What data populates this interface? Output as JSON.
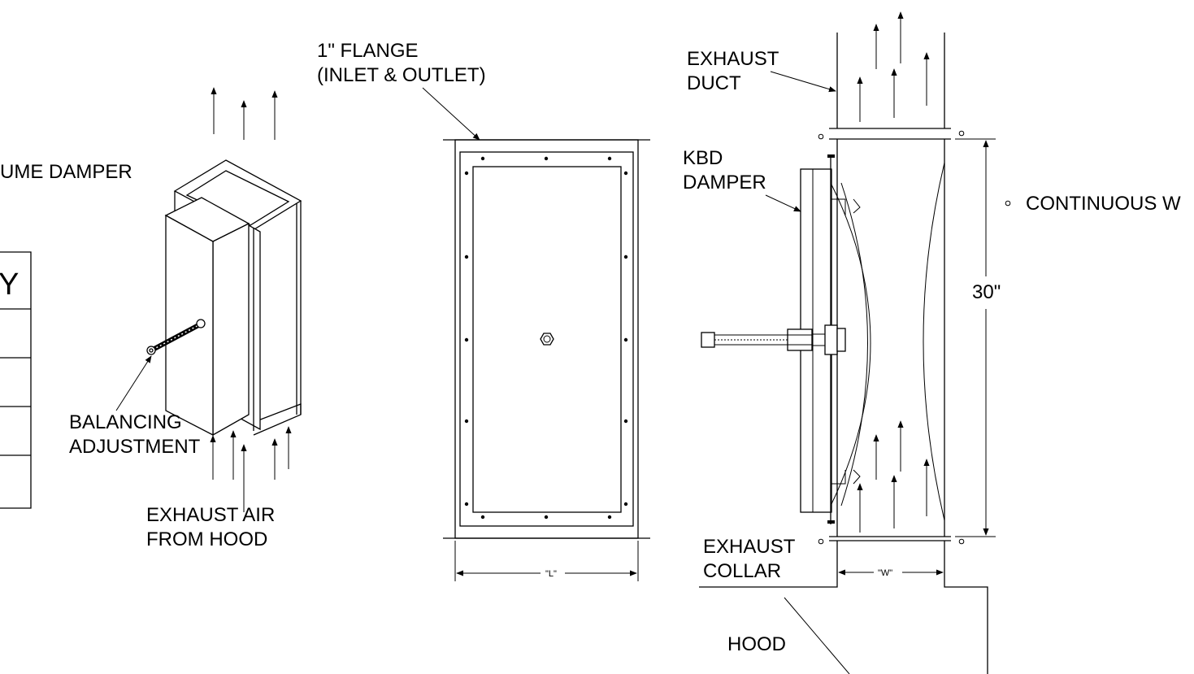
{
  "labels": {
    "volume_damper": "UME DAMPER",
    "table_header": "Y",
    "balancing_line1": "BALANCING",
    "balancing_line2": "ADJUSTMENT",
    "exhaust_air_line1": "EXHAUST AIR",
    "exhaust_air_line2": "FROM HOOD",
    "flange_line1": "1\" FLANGE",
    "flange_line2": "(INLET & OUTLET)",
    "dim_length": "\"L\"",
    "exhaust_duct_line1": "EXHAUST",
    "exhaust_duct_line2": "DUCT",
    "kbd_line1": "KBD",
    "kbd_line2": "DAMPER",
    "continuous_weld": "CONTINUOUS W",
    "dim_height": "30\"",
    "exhaust_collar_line1": "EXHAUST",
    "exhaust_collar_line2": "COLLAR",
    "dim_width": "\"W\"",
    "hood": "HOOD"
  },
  "colors": {
    "line": "#000000",
    "background": "#ffffff"
  },
  "icons": {
    "bolt": "bolt-icon",
    "airflow_arrow": "arrow-up-icon",
    "weld_symbol": "weld-circle-icon"
  }
}
